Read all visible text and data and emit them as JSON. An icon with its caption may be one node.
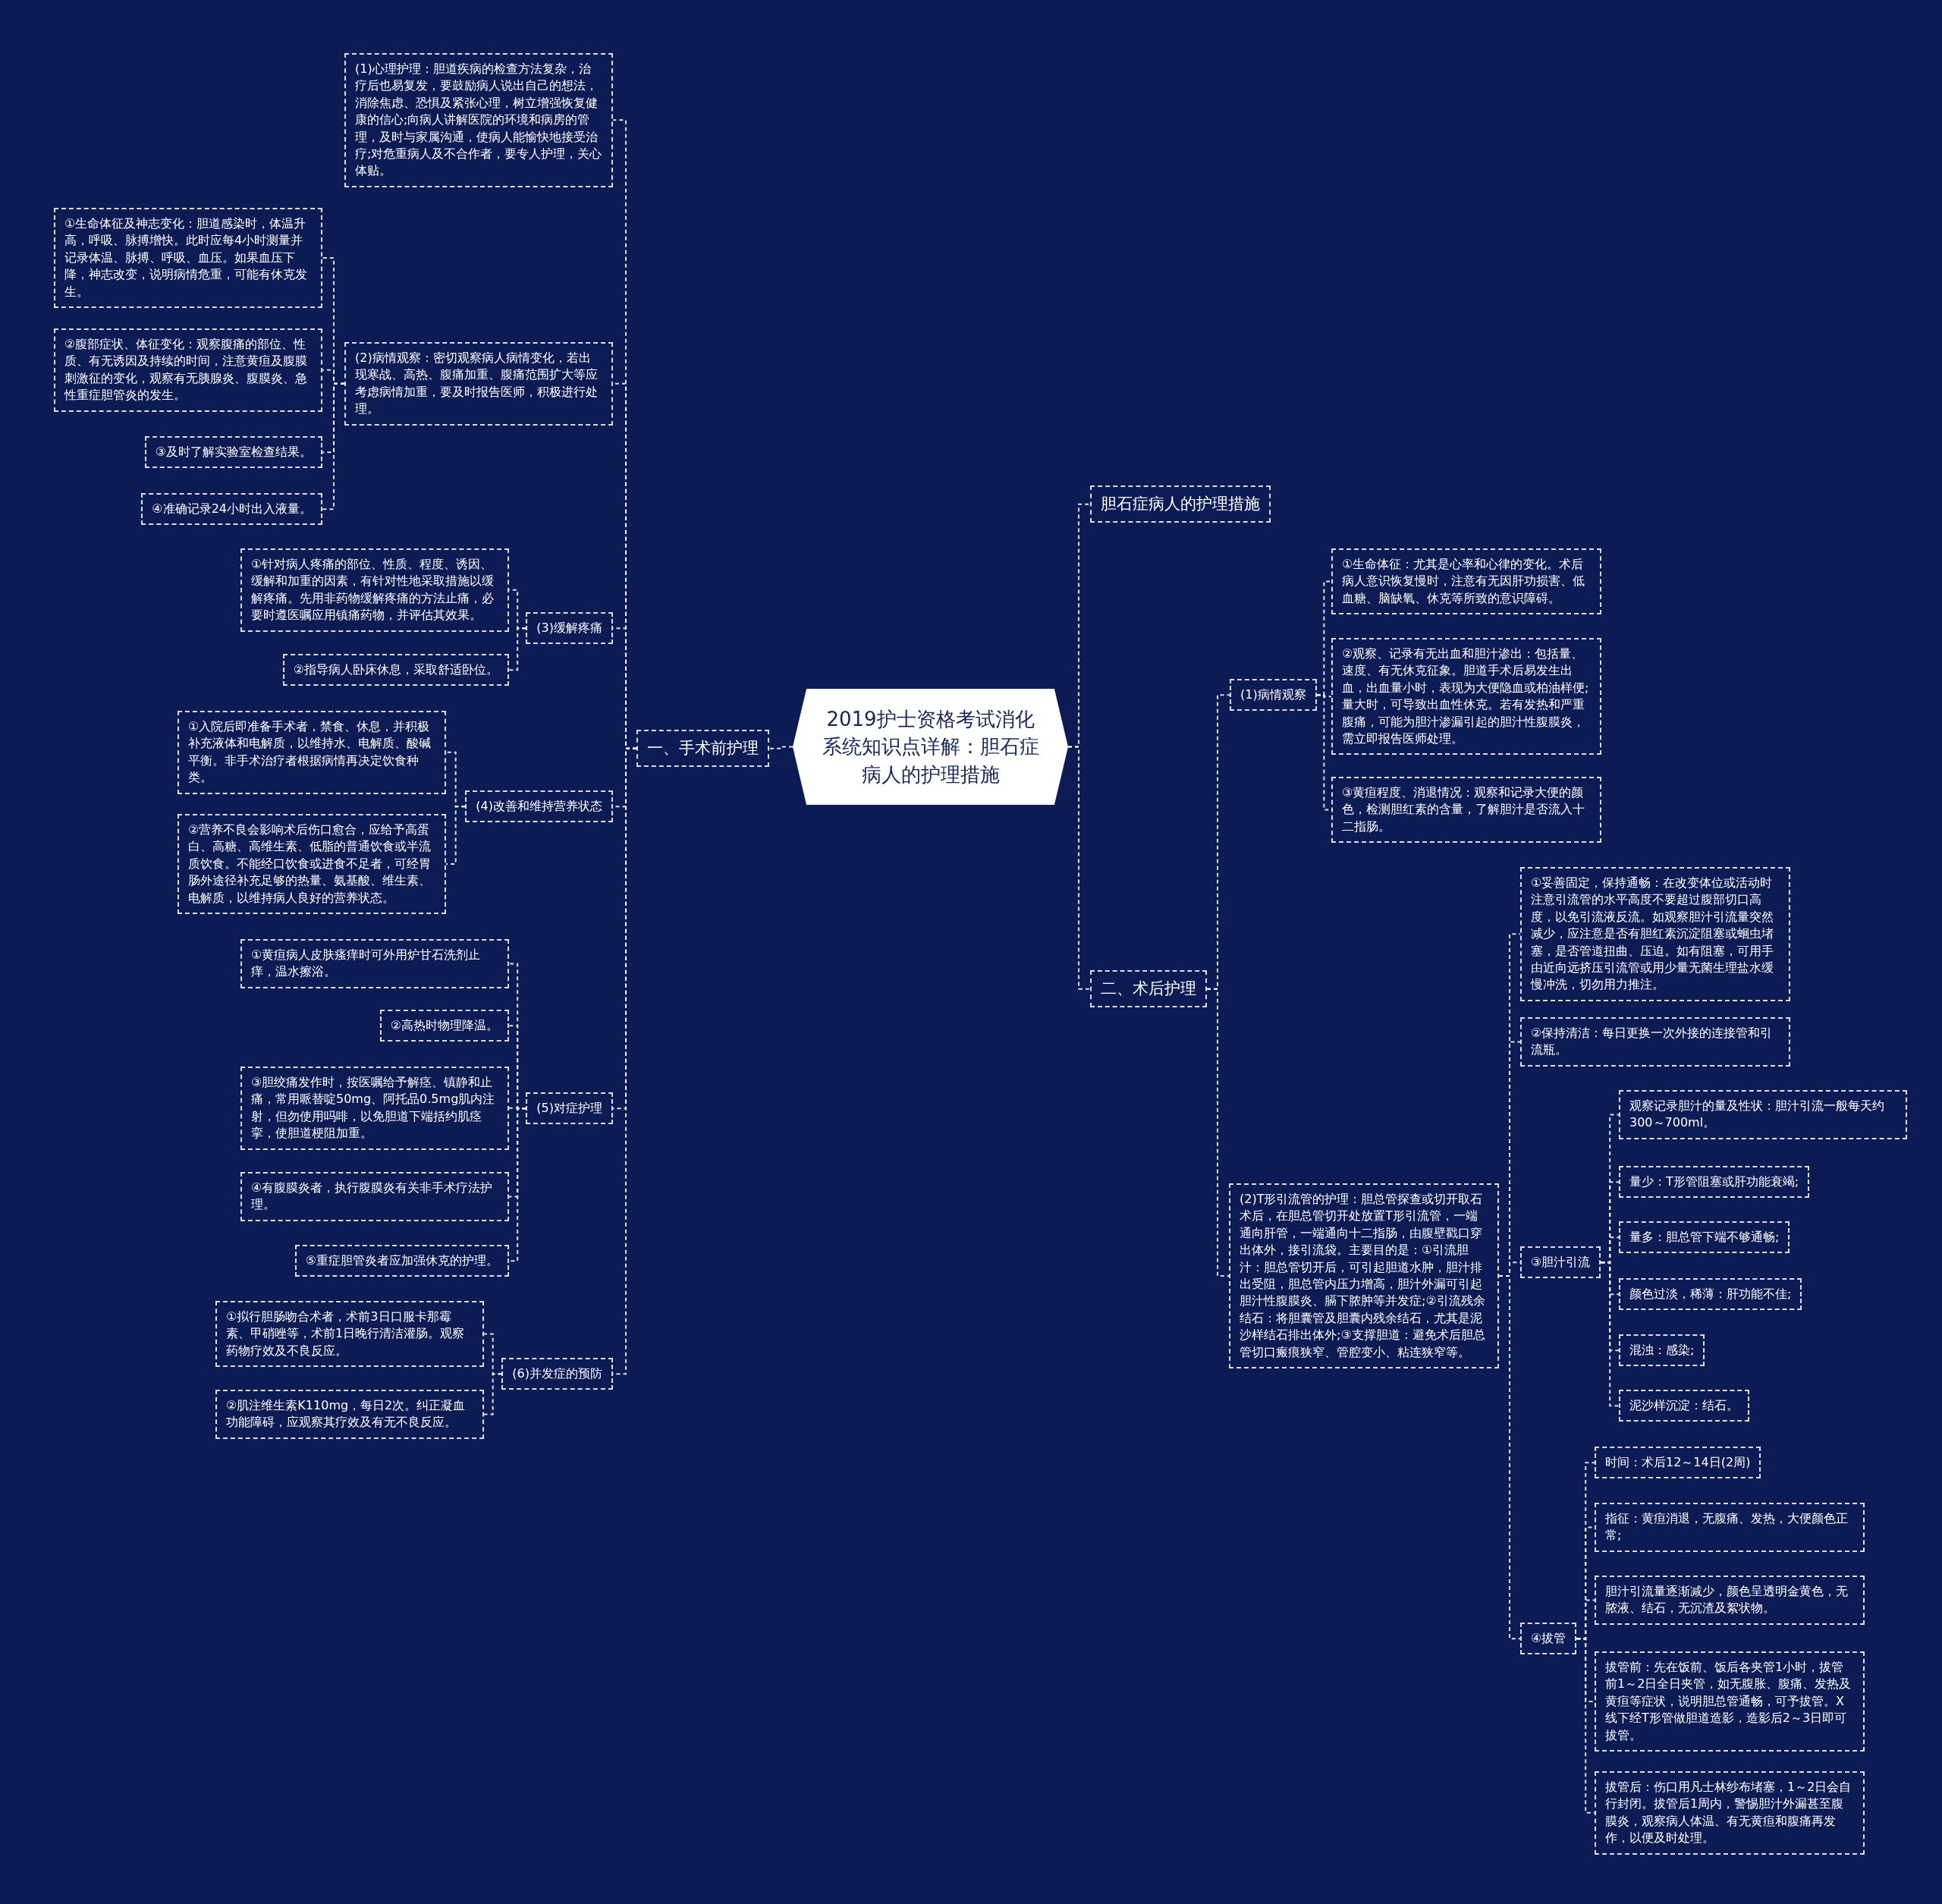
{
  "diagram": {
    "nodes": [
      {
        "text": [
          "2019护士资格考试消化系统知识点详解：胆石症病人的护理措施"
        ]
      },
      {
        "text": [
          "一、手术前护理"
        ]
      },
      {
        "text": [
          "(1)心理护理：胆道疾病的检查方法复杂，治疗后也易复发，要鼓励病人说出自己的想法，消除焦虑、恐惧及紧张心理，树立增强恢复健康的信心;向病人讲解医院的环境和病房的管理，及时与家属沟通，使病人能愉快地接受治疗;对危重病人及不合作者，要专人护理，关心体贴。"
        ]
      },
      {
        "text": [
          "(2)病情观察：密切观察病人病情变化，若出现寒战、高热、腹痛加重、腹痛范围扩大等应考虑病情加重，要及时报告医师，积极进行处理。"
        ]
      },
      {
        "text": [
          "①生命体征及神志变化：胆道感染时，体温升高，呼吸、脉搏增快。此时应每4小时测量并记录体温、脉搏、呼吸、血压。如果血压下降，神志改变，说明病情危重，可能有休克发生。"
        ]
      },
      {
        "text": [
          "②腹部症状、体征变化：观察腹痛的部位、性质、有无诱因及持续的时间，注意黄疸及腹膜刺激征的变化，观察有无胰腺炎、腹膜炎、急性重症胆管炎的发生。"
        ]
      },
      {
        "text": [
          "③及时了解实验室检查结果。"
        ]
      },
      {
        "text": [
          "④准确记录24小时出入液量。"
        ]
      },
      {
        "text": [
          "(3)缓解疼痛"
        ]
      },
      {
        "text": [
          "①针对病人疼痛的部位、性质、程度、诱因、缓解和加重的因素，有针对性地采取措施以缓解疼痛。先用非药物缓解疼痛的方法止痛，必要时遵医嘱应用镇痛药物，并评估其效果。"
        ]
      },
      {
        "text": [
          "②指导病人卧床休息，采取舒适卧位。"
        ]
      },
      {
        "text": [
          "(4)改善和维持营养状态"
        ]
      },
      {
        "text": [
          "①入院后即准备手术者，禁食、休息，并积极补充液体和电解质，以维持水、电解质、酸碱平衡。非手术治疗者根据病情再决定饮食种类。"
        ]
      },
      {
        "text": [
          "②营养不良会影响术后伤口愈合，应给予高蛋白、高糖、高维生素、低脂的普通饮食或半流质饮食。不能经口饮食或进食不足者，可经胃肠外途径补充足够的热量、氨基酸、维生素、电解质，以维持病人良好的营养状态。"
        ]
      },
      {
        "text": [
          "(5)对症护理"
        ]
      },
      {
        "text": [
          "①黄疸病人皮肤瘙痒时可外用炉甘石洗剂止痒，温水擦浴。"
        ]
      },
      {
        "text": [
          "②高热时物理降温。"
        ]
      },
      {
        "text": [
          "③胆绞痛发作时，按医嘱给予解痉、镇静和止痛，常用哌替啶50mg、阿托品0.5mg肌内注射，但勿使用吗啡，以免胆道下端括约肌痉挛，使胆道梗阻加重。"
        ]
      },
      {
        "text": [
          "④有腹膜炎者，执行腹膜炎有关非手术疗法护理。"
        ]
      },
      {
        "text": [
          "⑤重症胆管炎者应加强休克的护理。"
        ]
      },
      {
        "text": [
          "(6)并发症的预防"
        ]
      },
      {
        "text": [
          "①拟行胆肠吻合术者，术前3日口服卡那霉素、甲硝唑等，术前1日晚行清洁灌肠。观察药物疗效及不良反应。"
        ]
      },
      {
        "text": [
          "②肌注维生素K110mg，每日2次。纠正凝血功能障碍，应观察其疗效及有无不良反应。"
        ]
      },
      {
        "text": [
          "胆石症病人的护理措施"
        ]
      },
      {
        "text": [
          "二、术后护理"
        ]
      },
      {
        "text": [
          "(1)病情观察"
        ]
      },
      {
        "text": [
          "①生命体征：尤其是心率和心律的变化。术后病人意识恢复慢时，注意有无因肝功损害、低血糖、脑缺氧、休克等所致的意识障碍。"
        ]
      },
      {
        "text": [
          "②观察、记录有无出血和胆汁渗出：包括量、速度、有无休克征象。胆道手术后易发生出血，出血量小时，表现为大便隐血或柏油样便;量大时，可导致出血性休克。若有发热和严重腹痛，可能为胆汁渗漏引起的胆汁性腹膜炎，需立即报告医师处理。"
        ]
      },
      {
        "text": [
          "③黄疸程度、消退情况：观察和记录大便的颜色，检测胆红素的含量，了解胆汁是否流入十二指肠。"
        ]
      },
      {
        "text": [
          "(2)T形引流管的护理：胆总管探查或切开取石术后，在胆总管切开处放置T形引流管，一端通向肝管，一端通向十二指肠，由腹壁戳口穿出体外，接引流袋。主要目的是：①引流胆汁：胆总管切开后，可引起胆道水肿，胆汁排出受阻，胆总管内压力增高，胆汁外漏可引起胆汁性腹膜炎、膈下脓肿等并发症;②引流残余结石：将胆囊管及胆囊内残余结石，尤其是泥沙样结石排出体外;③支撑胆道：避免术后胆总管切口瘢痕狭窄、管腔变小、粘连狭窄等。"
        ]
      },
      {
        "text": [
          "①妥善固定，保持通畅：在改变体位或活动时注意引流管的水平高度不要超过腹部切口高度，以免引流液反流。如观察胆汁引流量突然减少，应注意是否有胆红素沉淀阻塞或蛔虫堵塞，是否管道扭曲、压迫。如有阻塞，可用手由近向远挤压引流管或用少量无菌生理盐水缓慢冲洗，切勿用力推注。"
        ]
      },
      {
        "text": [
          "②保持清洁：每日更换一次外接的连接管和引流瓶。"
        ]
      },
      {
        "text": [
          "③胆汁引流"
        ]
      },
      {
        "text": [
          "观察记录胆汁的量及性状：胆汁引流一般每天约300～700ml。"
        ]
      },
      {
        "text": [
          "量少：T形管阻塞或肝功能衰竭;"
        ]
      },
      {
        "text": [
          "量多：胆总管下端不够通畅;"
        ]
      },
      {
        "text": [
          "颜色过淡，稀薄：肝功能不佳;"
        ]
      },
      {
        "text": [
          "混浊：感染;"
        ]
      },
      {
        "text": [
          "泥沙样沉淀：结石。"
        ]
      },
      {
        "text": [
          "④拔管"
        ]
      },
      {
        "text": [
          "时间：术后12～14日(2周)"
        ]
      },
      {
        "text": [
          "指征：黄疸消退，无腹痛、发热，大便颜色正常;"
        ]
      },
      {
        "text": [
          "胆汁引流量逐渐减少，颜色呈透明金黄色，无脓液、结石，无沉渣及絮状物。"
        ]
      },
      {
        "text": [
          "拔管前：先在饭前、饭后各夹管1小时，拔管前1～2日全日夹管，如无腹胀、腹痛、发热及黄疸等症状，说明胆总管通畅，可予拔管。X线下经T形管做胆道造影，造影后2～3日即可拔管。"
        ]
      },
      {
        "text": [
          "拔管后：伤口用凡士林纱布堵塞，1～2日会自行封闭。拔管后1周内，警惕胆汁外漏甚至腹膜炎，观察病人体温、有无黄疸和腹痛再发作，以便及时处理。"
        ]
      }
    ],
    "edges": [
      {
        "from": 0,
        "to": 1,
        "arrow": "none"
      },
      {
        "from": 0,
        "to": 23,
        "arrow": "none"
      },
      {
        "from": 0,
        "to": 24,
        "arrow": "none"
      },
      {
        "from": 1,
        "to": 2,
        "arrow": "none"
      },
      {
        "from": 1,
        "to": 3,
        "arrow": "none"
      },
      {
        "from": 1,
        "to": 8,
        "arrow": "none"
      },
      {
        "from": 1,
        "to": 11,
        "arrow": "none"
      },
      {
        "from": 1,
        "to": 14,
        "arrow": "none"
      },
      {
        "from": 1,
        "to": 20,
        "arrow": "none"
      },
      {
        "from": 3,
        "to": 4,
        "arrow": "none"
      },
      {
        "from": 3,
        "to": 5,
        "arrow": "none"
      },
      {
        "from": 3,
        "to": 6,
        "arrow": "none"
      },
      {
        "from": 3,
        "to": 7,
        "arrow": "none"
      },
      {
        "from": 8,
        "to": 9,
        "arrow": "none"
      },
      {
        "from": 8,
        "to": 10,
        "arrow": "none"
      },
      {
        "from": 11,
        "to": 12,
        "arrow": "none"
      },
      {
        "from": 11,
        "to": 13,
        "arrow": "none"
      },
      {
        "from": 14,
        "to": 15,
        "arrow": "none"
      },
      {
        "from": 14,
        "to": 16,
        "arrow": "none"
      },
      {
        "from": 14,
        "to": 17,
        "arrow": "none"
      },
      {
        "from": 14,
        "to": 18,
        "arrow": "none"
      },
      {
        "from": 14,
        "to": 19,
        "arrow": "none"
      },
      {
        "from": 20,
        "to": 21,
        "arrow": "none"
      },
      {
        "from": 20,
        "to": 22,
        "arrow": "none"
      },
      {
        "from": 24,
        "to": 25,
        "arrow": "none"
      },
      {
        "from": 24,
        "to": 29,
        "arrow": "none"
      },
      {
        "from": 25,
        "to": 26,
        "arrow": "none"
      },
      {
        "from": 25,
        "to": 27,
        "arrow": "none"
      },
      {
        "from": 25,
        "to": 28,
        "arrow": "none"
      },
      {
        "from": 29,
        "to": 30,
        "arrow": "none"
      },
      {
        "from": 29,
        "to": 31,
        "arrow": "none"
      },
      {
        "from": 29,
        "to": 32,
        "arrow": "none"
      },
      {
        "from": 29,
        "to": 39,
        "arrow": "none"
      },
      {
        "from": 32,
        "to": 33,
        "arrow": "none"
      },
      {
        "from": 32,
        "to": 34,
        "arrow": "none"
      },
      {
        "from": 32,
        "to": 35,
        "arrow": "none"
      },
      {
        "from": 32,
        "to": 36,
        "arrow": "none"
      },
      {
        "from": 32,
        "to": 37,
        "arrow": "none"
      },
      {
        "from": 32,
        "to": 38,
        "arrow": "none"
      },
      {
        "from": 39,
        "to": 40,
        "arrow": "none"
      },
      {
        "from": 39,
        "to": 41,
        "arrow": "none"
      },
      {
        "from": 39,
        "to": 42,
        "arrow": "none"
      },
      {
        "from": 39,
        "to": 43,
        "arrow": "none"
      },
      {
        "from": 39,
        "to": 44,
        "arrow": "none"
      }
    ]
  }
}
